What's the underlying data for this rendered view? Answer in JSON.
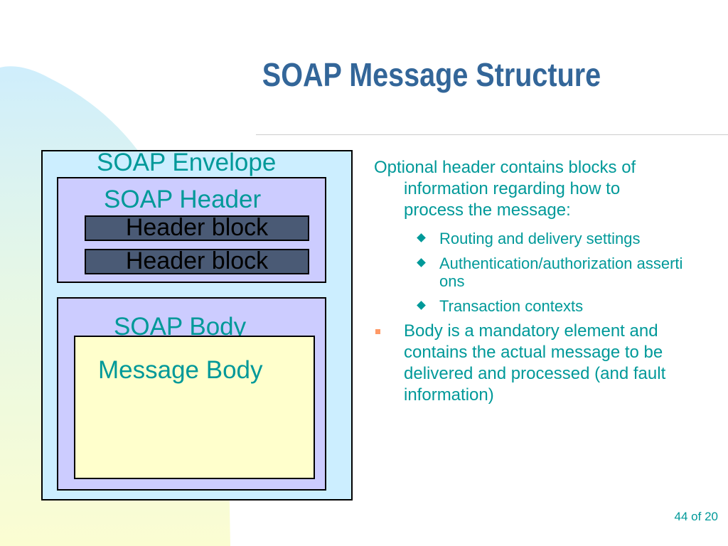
{
  "slide": {
    "title": "SOAP Message Structure",
    "page_indicator": "44 of 20"
  },
  "diagram": {
    "envelope_label": "SOAP Envelope",
    "header_label": "SOAP Header",
    "header_blocks": [
      "Header block",
      "Header block"
    ],
    "body_label": "SOAP Body",
    "message_body_label": "Message Body"
  },
  "text": {
    "header_paragraph": "Optional header contains blocks of information regarding how to process the message:",
    "header_subitems": [
      "Routing and delivery settings",
      "Authentication/authorization assertions",
      "Transaction contexts"
    ],
    "body_bullet": "Body is a mandatory element and contains the actual message to be delivered and processed (and fault information)"
  },
  "colors": {
    "title": "#336699",
    "text": "#009999",
    "envelope_fill": "#cceeff",
    "section_fill": "#ccccff",
    "header_block_fill": "#4a5a75",
    "message_body_fill": "#ffffcc",
    "bullet": "#ff9966"
  }
}
